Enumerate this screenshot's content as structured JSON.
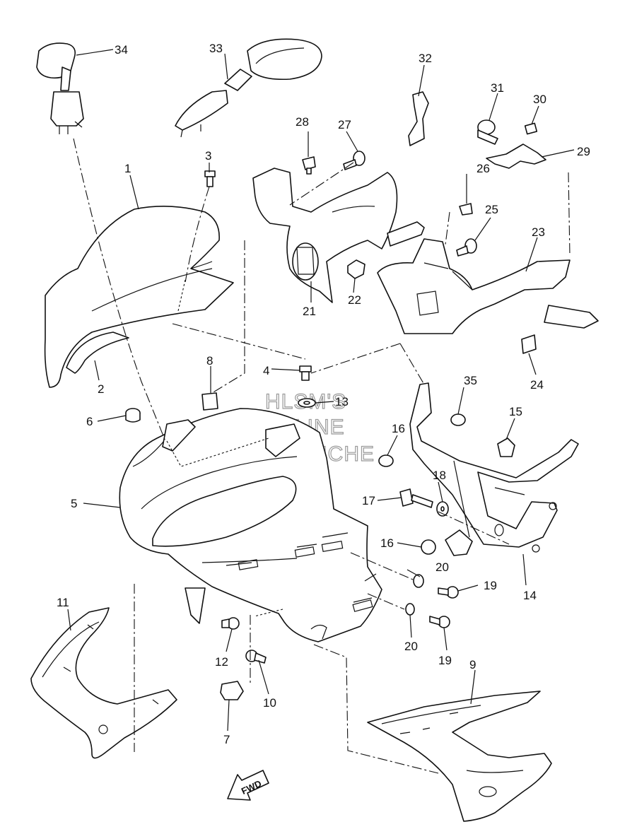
{
  "watermark": {
    "line1": "HLSM'S",
    "line2": "ONLINE",
    "line3": "MICROFICHE"
  },
  "direction_marker": "FWD",
  "callouts": [
    "1",
    "2",
    "3",
    "4",
    "5",
    "6",
    "7",
    "8",
    "9",
    "10",
    "11",
    "12",
    "13",
    "14",
    "15",
    "16",
    "16",
    "17",
    "18",
    "19",
    "19",
    "20",
    "20",
    "21",
    "22",
    "23",
    "24",
    "25",
    "26",
    "27",
    "28",
    "29",
    "30",
    "31",
    "32",
    "33",
    "34",
    "35"
  ]
}
